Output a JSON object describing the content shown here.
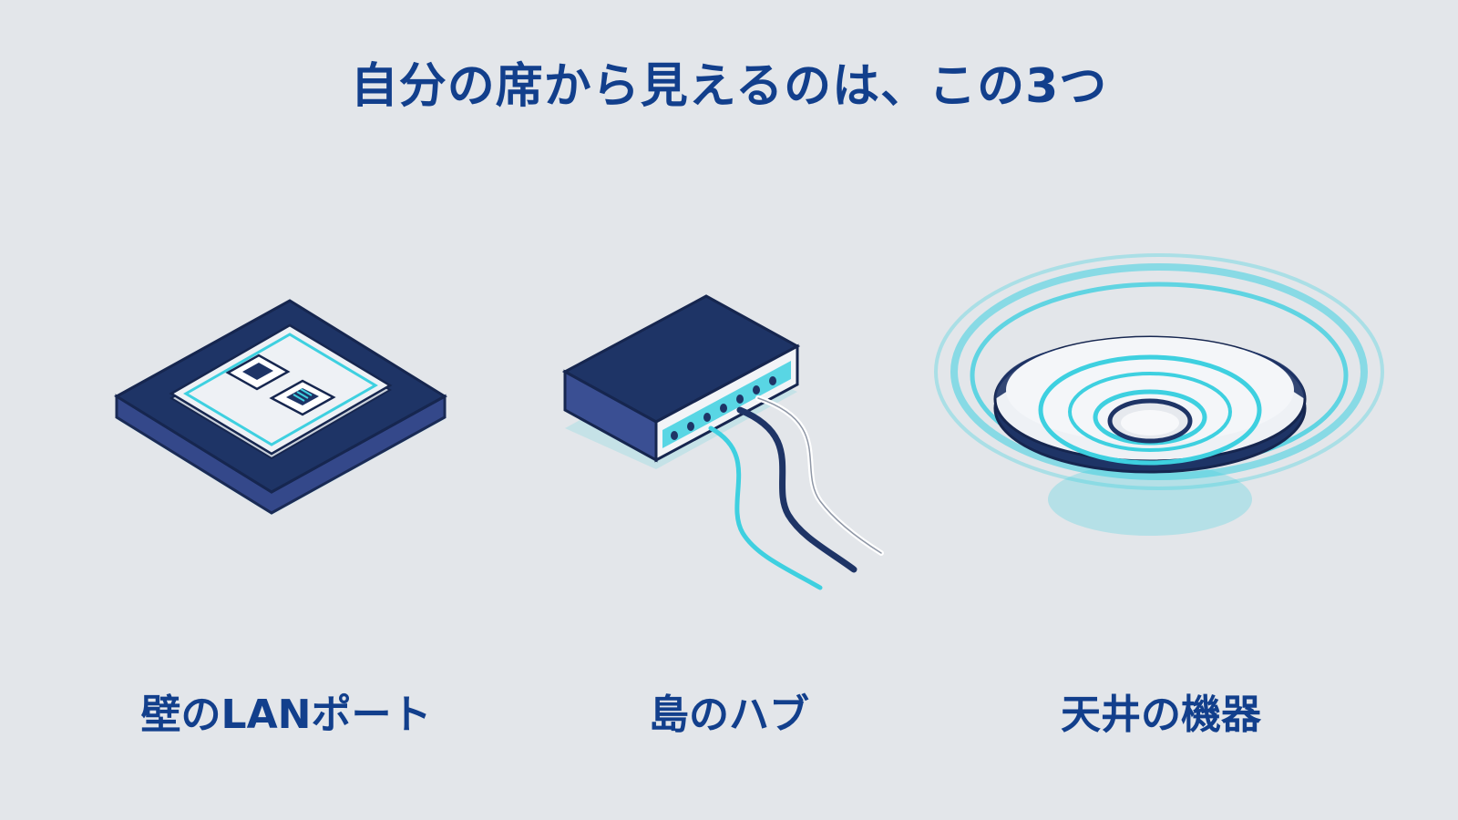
{
  "title": "自分の席から見えるのは、この3つ",
  "items": [
    {
      "label": "壁のLANポート",
      "icon": "wall-lan-port-icon"
    },
    {
      "label": "島のハブ",
      "icon": "network-hub-icon"
    },
    {
      "label": "天井の機器",
      "icon": "ceiling-access-point-icon"
    }
  ],
  "colors": {
    "background": "#e3e6ea",
    "navy": "#1e3466",
    "title_text": "#123f8c",
    "accent_cyan": "#3ed0e0"
  }
}
